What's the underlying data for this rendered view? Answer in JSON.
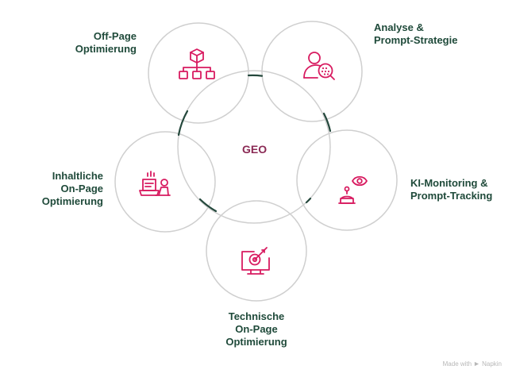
{
  "center": {
    "label": "GEO"
  },
  "nodes": [
    {
      "key": "off-page",
      "icon": "org-chart-cube-icon",
      "lines": [
        "Off-Page",
        "Optimierung"
      ]
    },
    {
      "key": "analyse",
      "icon": "user-search-icon",
      "lines": [
        "Analyse &",
        "Prompt-Strategie"
      ]
    },
    {
      "key": "ki-monitoring",
      "icon": "robot-eye-icon",
      "lines": [
        "KI-Monitoring &",
        "Prompt-Tracking"
      ]
    },
    {
      "key": "technische",
      "icon": "monitor-target-icon",
      "lines": [
        "Technische",
        "On-Page",
        "Optimierung"
      ]
    },
    {
      "key": "inhaltliche",
      "icon": "person-laptop-icon",
      "lines": [
        "Inhaltliche",
        "On-Page",
        "Optimierung"
      ]
    }
  ],
  "colors": {
    "icon": "#d81b60",
    "label": "#1f4a3a",
    "center": "#8b2a55",
    "ring": "#cfcfcf",
    "arc": "#24483c"
  },
  "footer": {
    "prefix": "Made with",
    "brand": "Napkin"
  }
}
